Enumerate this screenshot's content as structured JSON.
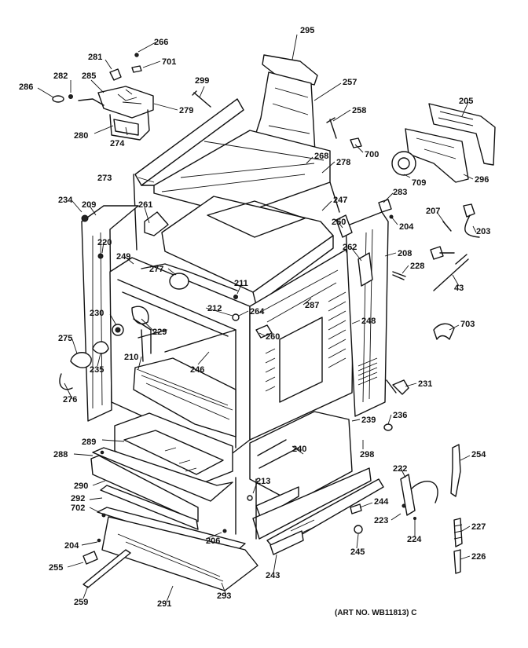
{
  "art_number": "(ART NO. WB11813) C",
  "parts": [
    {
      "id": "266",
      "label": "266"
    },
    {
      "id": "281",
      "label": "281"
    },
    {
      "id": "701",
      "label": "701"
    },
    {
      "id": "282",
      "label": "282"
    },
    {
      "id": "285",
      "label": "285"
    },
    {
      "id": "286",
      "label": "286"
    },
    {
      "id": "279",
      "label": "279"
    },
    {
      "id": "280",
      "label": "280"
    },
    {
      "id": "274",
      "label": "274"
    },
    {
      "id": "299",
      "label": "299"
    },
    {
      "id": "295",
      "label": "295"
    },
    {
      "id": "257",
      "label": "257"
    },
    {
      "id": "258",
      "label": "258"
    },
    {
      "id": "205",
      "label": "205"
    },
    {
      "id": "700",
      "label": "700"
    },
    {
      "id": "268",
      "label": "268"
    },
    {
      "id": "278",
      "label": "278"
    },
    {
      "id": "709",
      "label": "709"
    },
    {
      "id": "296",
      "label": "296"
    },
    {
      "id": "273",
      "label": "273"
    },
    {
      "id": "234",
      "label": "234"
    },
    {
      "id": "209",
      "label": "209"
    },
    {
      "id": "261",
      "label": "261"
    },
    {
      "id": "247",
      "label": "247"
    },
    {
      "id": "283",
      "label": "283"
    },
    {
      "id": "207",
      "label": "207"
    },
    {
      "id": "204a",
      "label": "204"
    },
    {
      "id": "250",
      "label": "250"
    },
    {
      "id": "203",
      "label": "203"
    },
    {
      "id": "220",
      "label": "220"
    },
    {
      "id": "249",
      "label": "249"
    },
    {
      "id": "262",
      "label": "262"
    },
    {
      "id": "208",
      "label": "208"
    },
    {
      "id": "277",
      "label": "277"
    },
    {
      "id": "228",
      "label": "228"
    },
    {
      "id": "211",
      "label": "211"
    },
    {
      "id": "43",
      "label": "43"
    },
    {
      "id": "287",
      "label": "287"
    },
    {
      "id": "212",
      "label": "212"
    },
    {
      "id": "264",
      "label": "264"
    },
    {
      "id": "230",
      "label": "230"
    },
    {
      "id": "229",
      "label": "229"
    },
    {
      "id": "248",
      "label": "248"
    },
    {
      "id": "703",
      "label": "703"
    },
    {
      "id": "260",
      "label": "260"
    },
    {
      "id": "275",
      "label": "275"
    },
    {
      "id": "210",
      "label": "210"
    },
    {
      "id": "246",
      "label": "246"
    },
    {
      "id": "235",
      "label": "235"
    },
    {
      "id": "231",
      "label": "231"
    },
    {
      "id": "276",
      "label": "276"
    },
    {
      "id": "236",
      "label": "236"
    },
    {
      "id": "239",
      "label": "239"
    },
    {
      "id": "289",
      "label": "289"
    },
    {
      "id": "240",
      "label": "240"
    },
    {
      "id": "298",
      "label": "298"
    },
    {
      "id": "288",
      "label": "288"
    },
    {
      "id": "254",
      "label": "254"
    },
    {
      "id": "222",
      "label": "222"
    },
    {
      "id": "290",
      "label": "290"
    },
    {
      "id": "213",
      "label": "213"
    },
    {
      "id": "292",
      "label": "292"
    },
    {
      "id": "244",
      "label": "244"
    },
    {
      "id": "702",
      "label": "702"
    },
    {
      "id": "223",
      "label": "223"
    },
    {
      "id": "227",
      "label": "227"
    },
    {
      "id": "206",
      "label": "206"
    },
    {
      "id": "204b",
      "label": "204"
    },
    {
      "id": "224",
      "label": "224"
    },
    {
      "id": "245",
      "label": "245"
    },
    {
      "id": "255",
      "label": "255"
    },
    {
      "id": "226",
      "label": "226"
    },
    {
      "id": "243",
      "label": "243"
    },
    {
      "id": "259",
      "label": "259"
    },
    {
      "id": "291",
      "label": "291"
    },
    {
      "id": "293",
      "label": "293"
    }
  ]
}
